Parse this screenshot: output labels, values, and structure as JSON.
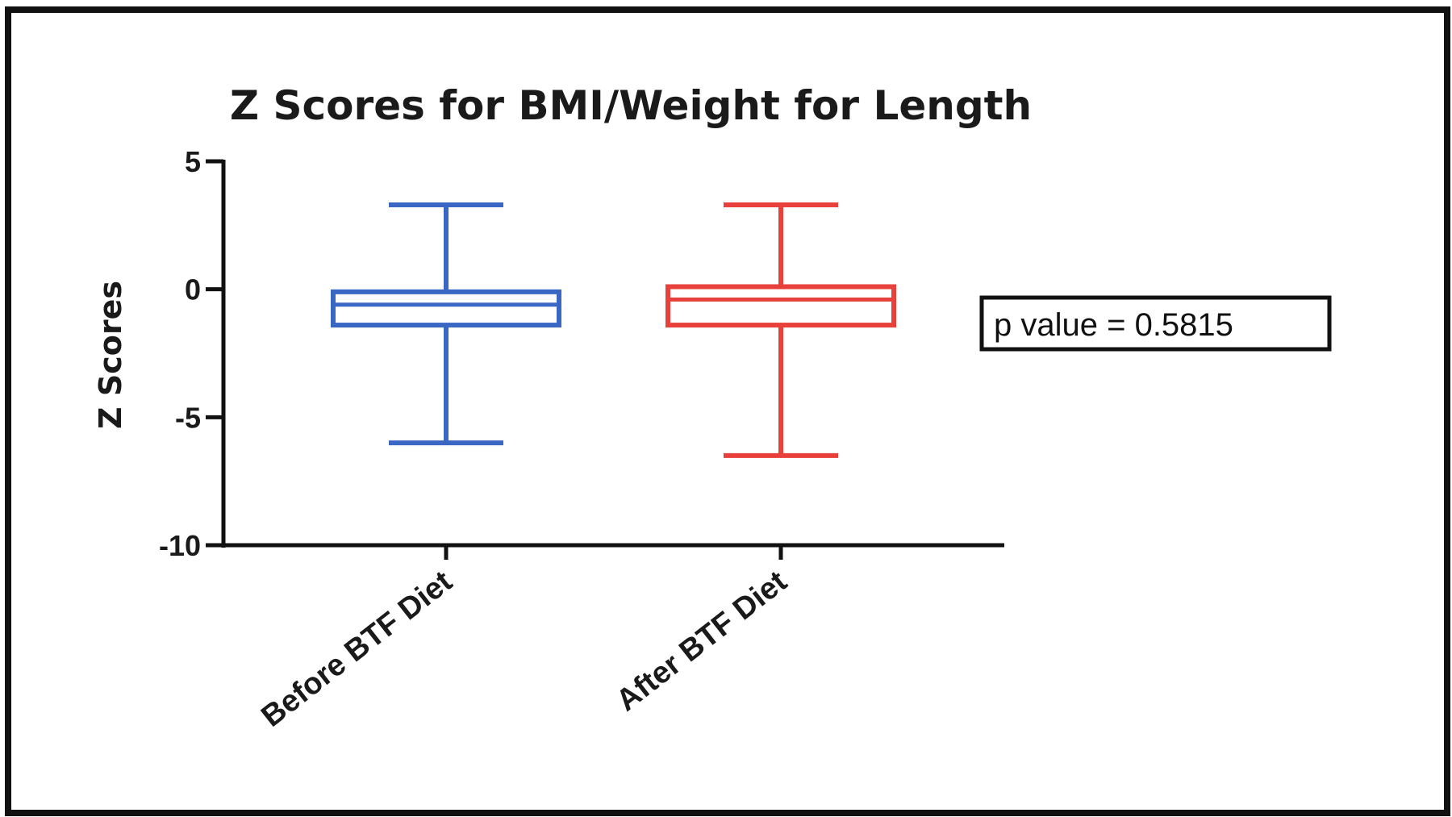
{
  "chart_data": {
    "type": "boxplot",
    "title": "Z Scores for BMI/Weight for Length",
    "ylabel": "Z Scores",
    "ylim": [
      -10,
      5
    ],
    "yticks": [
      5,
      0,
      -5,
      -10
    ],
    "categories": [
      "Before BTF Diet",
      "After BTF Diet"
    ],
    "series": [
      {
        "category": "Before BTF Diet",
        "color": "#3a66c4",
        "min": -6.0,
        "q1": -1.4,
        "median": -0.6,
        "q3": -0.1,
        "max": 3.3
      },
      {
        "category": "After BTF Diet",
        "color": "#e8403a",
        "min": -6.5,
        "q1": -1.4,
        "median": -0.4,
        "q3": 0.1,
        "max": 3.3
      }
    ],
    "grid": false,
    "annotation": "p value = 0.5815"
  }
}
